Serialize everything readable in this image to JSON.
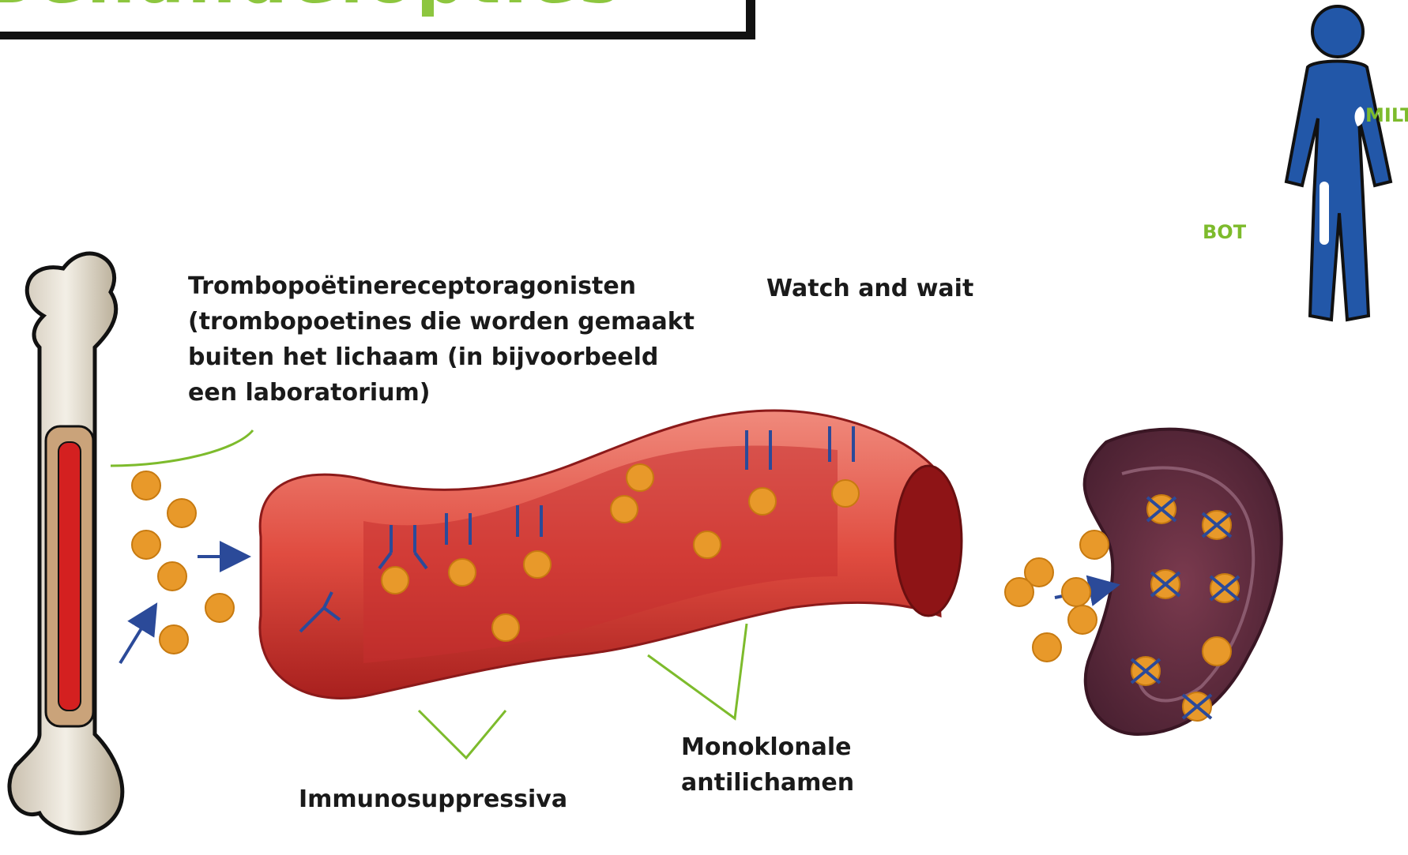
{
  "header": {
    "title": "Behandelopties"
  },
  "labels": {
    "tpo": "Trombopoëtinereceptoragonisten\n(trombopoetines die worden gemaakt\nbuiten het lichaam (in bijvoorbeeld\neen laboratorium)",
    "watch": "Watch and wait",
    "immuno": "Immunosuppressiva",
    "mono": "Monoklonale\nantilichamen",
    "milt": "MILT",
    "bot": "BOT"
  },
  "colors": {
    "green": "#7dbb2c",
    "platelet": "#e8992a",
    "vessel": "#d9443d",
    "arrow": "#2b4a99",
    "figure": "#2257a8",
    "spleen": "#6e3a4a"
  }
}
